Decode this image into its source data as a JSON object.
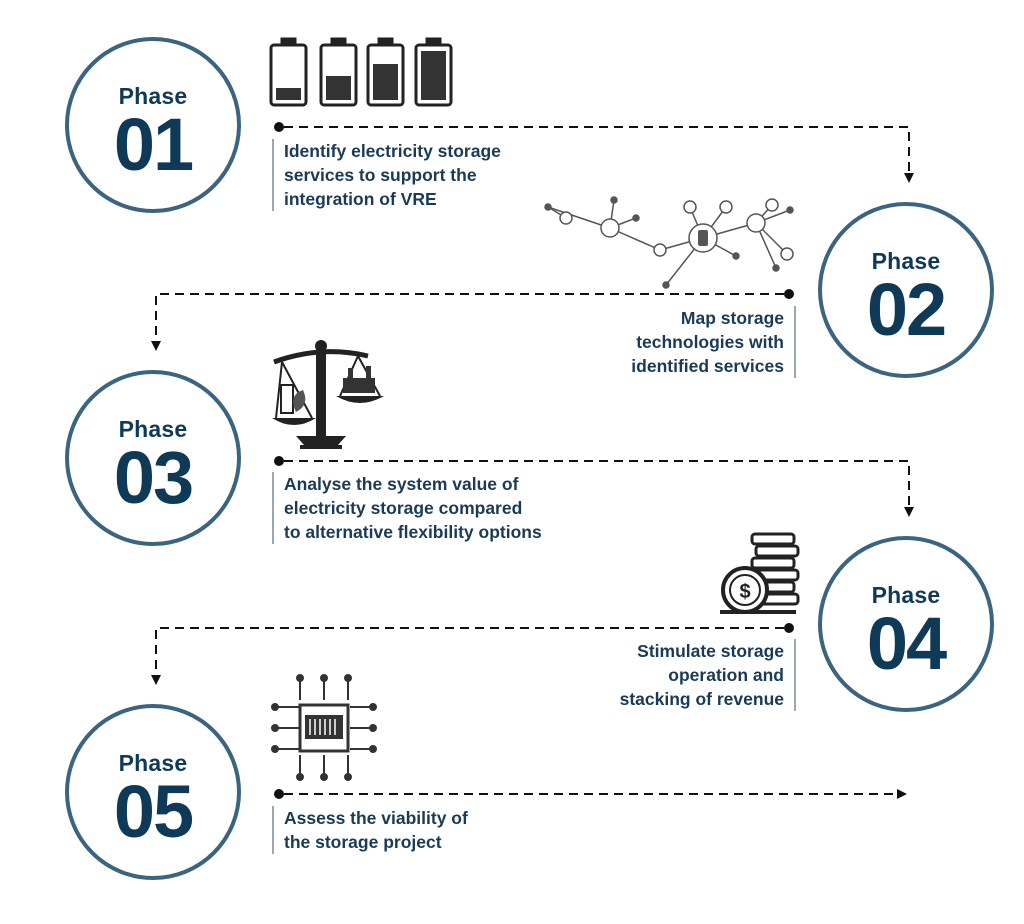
{
  "phases": [
    {
      "word": "Phase",
      "number": "01",
      "lines": [
        "Identify electricity storage",
        "services to support the",
        "integration of VRE"
      ],
      "icon": "battery-levels-icon"
    },
    {
      "word": "Phase",
      "number": "02",
      "lines": [
        "Map storage",
        "technologies with",
        "identified services"
      ],
      "icon": "network-nodes-icon"
    },
    {
      "word": "Phase",
      "number": "03",
      "lines": [
        "Analyse the system value of",
        "electricity storage compared",
        "to alternative flexibility options"
      ],
      "icon": "balance-scale-icon"
    },
    {
      "word": "Phase",
      "number": "04",
      "lines": [
        "Stimulate storage",
        "operation and",
        "stacking of revenue"
      ],
      "icon": "coin-stack-icon"
    },
    {
      "word": "Phase",
      "number": "05",
      "lines": [
        "Assess the viability of",
        "the storage project"
      ],
      "icon": "circuit-chip-icon"
    }
  ],
  "colors": {
    "circle": "#3b6480",
    "text": "#0f3a57",
    "connector": "#111111"
  }
}
